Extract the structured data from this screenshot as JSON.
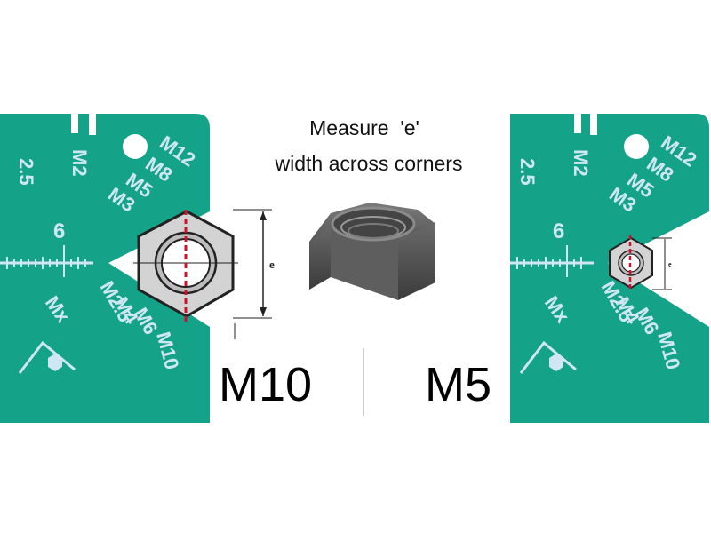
{
  "caption": {
    "line1": "Measure  'e'",
    "line2": "width across corners"
  },
  "left_label": "M10",
  "right_label": "M5",
  "dimension_letter": "e",
  "gauge_labels": {
    "pitch": "2.5",
    "m2": "M2",
    "m12": "M12",
    "m8": "M8",
    "m5": "M5",
    "m3": "M3",
    "m2_5": "M2.5",
    "m4": "M4",
    "m6": "M6",
    "m10": "M10",
    "six": "6",
    "mx": "Mx"
  },
  "colors": {
    "pcb": "#14a388",
    "silkscreen": "#cfe7f2",
    "nut_fill": "#d3d3d3",
    "measure_line": "#d0102a"
  }
}
